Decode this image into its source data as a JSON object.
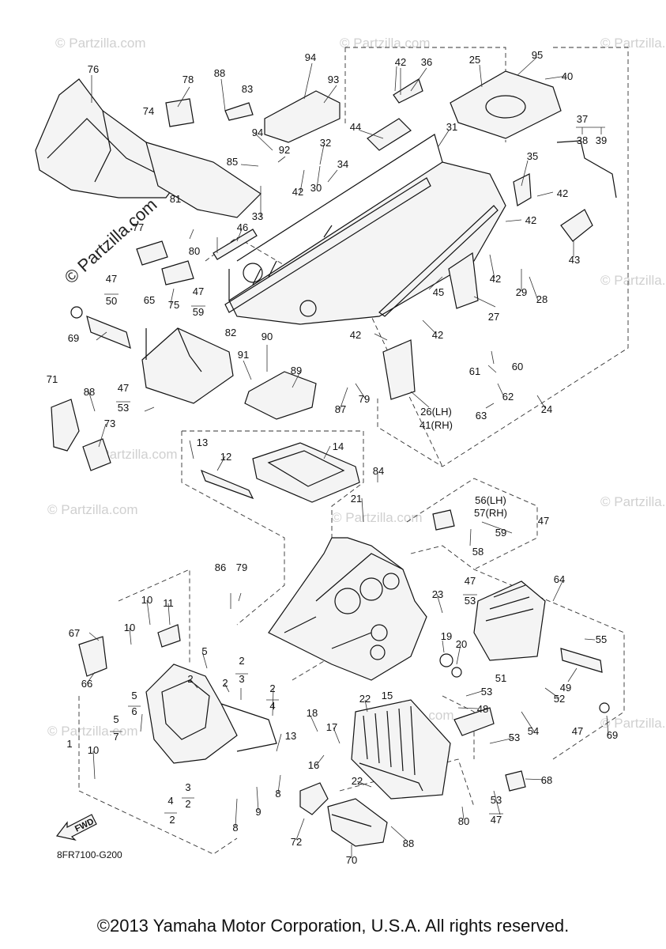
{
  "diagram_code": "8FR7100-G200",
  "copyright": "©2013 Yamaha Motor Corporation, U.S.A. All rights reserved.",
  "fwd_label": "FWD",
  "watermark_side": "© Partzilla.com",
  "watermark_small": "© Partzilla.com",
  "callouts": {
    "c1": "1",
    "c2a": "2",
    "c2b": "2",
    "c2c": "2",
    "c2d": "2",
    "c2e": "2",
    "c3a": "3",
    "c3b": "3",
    "c4a": "4",
    "c4b": "4",
    "c5a": "5",
    "c5b": "5",
    "c5c": "5",
    "c6": "6",
    "c7": "7",
    "c8a": "8",
    "c8b": "8",
    "c9": "9",
    "c10a": "10",
    "c10b": "10",
    "c10c": "10",
    "c11": "11",
    "c12": "12",
    "c13a": "13",
    "c13b": "13",
    "c14": "14",
    "c15": "15",
    "c16": "16",
    "c17": "17",
    "c18": "18",
    "c19": "19",
    "c20": "20",
    "c21": "21",
    "c22a": "22",
    "c22b": "22",
    "c23": "23",
    "c24": "24",
    "c25": "25",
    "c26": "26(LH)",
    "c41": "41(RH)",
    "c27": "27",
    "c28": "28",
    "c29": "29",
    "c30": "30",
    "c31": "31",
    "c32": "32",
    "c33": "33",
    "c34": "34",
    "c35": "35",
    "c36": "36",
    "c37": "37",
    "c38": "38",
    "c39": "39",
    "c40": "40",
    "c42a": "42",
    "c42b": "42",
    "c42c": "42",
    "c42d": "42",
    "c42e": "42",
    "c42f": "42",
    "c42g": "42",
    "c43": "43",
    "c44": "44",
    "c45": "45",
    "c46": "46",
    "c47a": "47",
    "c47b": "47",
    "c47c": "47",
    "c47d": "47",
    "c47e": "47",
    "c47f": "47",
    "c47g": "47",
    "c48": "48",
    "c49": "49",
    "c50": "50",
    "c51": "51",
    "c52": "52",
    "c53a": "53",
    "c53b": "53",
    "c53c": "53",
    "c53d": "53",
    "c53e": "53",
    "c54": "54",
    "c55": "55",
    "c56": "56(LH)",
    "c57": "57(RH)",
    "c58": "58",
    "c59a": "59",
    "c59b": "59",
    "c60": "60",
    "c61": "61",
    "c62": "62",
    "c63": "63",
    "c64": "64",
    "c65": "65",
    "c66": "66",
    "c67": "67",
    "c68": "68",
    "c69a": "69",
    "c69b": "69",
    "c70": "70",
    "c71": "71",
    "c72": "72",
    "c73": "73",
    "c74": "74",
    "c75": "75",
    "c76": "76",
    "c77": "77",
    "c78": "78",
    "c79a": "79",
    "c79b": "79",
    "c80a": "80",
    "c80b": "80",
    "c81": "81",
    "c82": "82",
    "c83": "83",
    "c84": "84",
    "c85": "85",
    "c86": "86",
    "c87": "87",
    "c88a": "88",
    "c88b": "88",
    "c88c": "88",
    "c89": "89",
    "c90": "90",
    "c91": "91",
    "c92": "92",
    "c93": "93",
    "c94a": "94",
    "c94b": "94",
    "c95": "95"
  }
}
